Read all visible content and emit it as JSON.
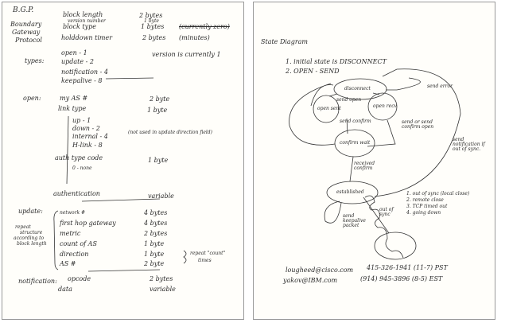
{
  "left_page": {
    "title": "B.G.P.",
    "subtitle": [
      "Boundary",
      "Gateway",
      "Protocol"
    ],
    "header_fields": [
      {
        "name": "block length",
        "size": "2 bytes"
      },
      {
        "name": "version number",
        "size": "1 byte"
      },
      {
        "name": "block type",
        "size": "1 bytes",
        "note": "(currently zero)"
      },
      {
        "name": "holddown timer",
        "size": "2 bytes",
        "note": "(minutes)"
      }
    ],
    "types_label": "types:",
    "types": [
      "open - 1",
      "update - 2",
      "notification - 4",
      "keepalive - 8"
    ],
    "types_note": "version is currently 1",
    "open_label": "open:",
    "open_fields": [
      {
        "name": "my AS #",
        "size": "2 byte"
      },
      {
        "name": "link type",
        "size": "1 byte"
      }
    ],
    "link_types": [
      "up - 1",
      "down - 2",
      "internal - 4",
      "H-link - 8"
    ],
    "link_note": "(not used in update direction field)",
    "auth_type": {
      "name": "auth type code",
      "size": "1 byte"
    },
    "auth_none": "0 - none",
    "authentication": {
      "name": "authentication",
      "size": "variable"
    },
    "update_label": "update:",
    "update_side_note": [
      "repeat",
      "structure",
      "according to",
      "block length"
    ],
    "update_fields": [
      {
        "name": "network #",
        "size": "4 bytes"
      },
      {
        "name": "first hop gateway",
        "size": "4 bytes"
      },
      {
        "name": "metric",
        "size": "2 bytes"
      },
      {
        "name": "count of AS",
        "size": "1 byte"
      },
      {
        "name": "direction",
        "size": "1 byte"
      },
      {
        "name": "AS #",
        "size": "2 byte"
      }
    ],
    "repeat_note": [
      "repeat \"count\"",
      "times"
    ],
    "notification_label": "notification:",
    "notification_fields": [
      {
        "name": "opcode",
        "size": "2 bytes"
      },
      {
        "name": "data",
        "size": "variable"
      }
    ]
  },
  "right_page": {
    "title": "State Diagram",
    "notes": [
      "1.  initial state is  DISCONNECT",
      "2.  OPEN - SEND"
    ],
    "states": [
      "disconnect",
      "open sent",
      "open recv",
      "confirm wait",
      "established"
    ],
    "transitions": {
      "send_open": "send open",
      "send_confirm": "send confirm",
      "send_error": "send error",
      "send_or_confirm": "send or send confirm open",
      "send_notification": "send notification if out of sync.",
      "received_confirm": "received confirm",
      "send_keepalive": "send keepalive packet",
      "out_of_sync": "out of sync"
    },
    "reasons": [
      "1. out of sync (local close)",
      "2. remote close",
      "3. TCP timed out",
      "4. going down"
    ],
    "contacts": [
      {
        "email": "lougheed@cisco.com",
        "phone": "415-326-1941 (11-7) PST"
      },
      {
        "email": "yakov@IBM.com",
        "phone": "(914) 945-3896 (8-5) EST"
      }
    ]
  }
}
